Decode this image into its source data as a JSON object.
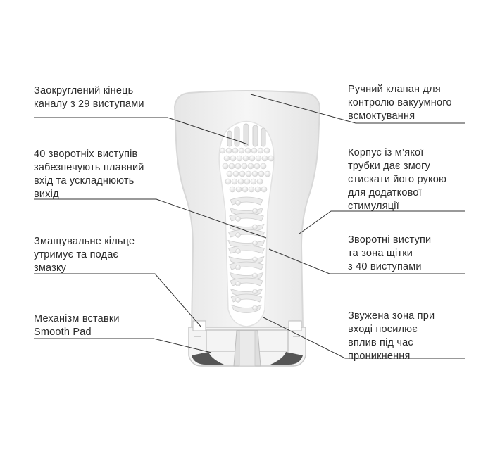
{
  "callouts": {
    "left": [
      {
        "lines": [
          "Заокруглений кінець",
          "каналу з 29 виступами"
        ]
      },
      {
        "lines": [
          "40 зворотніх виступів",
          "забезпечують плавний",
          "вхід та ускладнюють",
          "вихід"
        ]
      },
      {
        "lines": [
          "Змащувальне кільце",
          "утримує та подає",
          "змазку"
        ]
      },
      {
        "lines": [
          "Механізм вставки",
          "Smooth Pad"
        ]
      }
    ],
    "right": [
      {
        "lines": [
          "Ручний клапан для",
          "контролю вакуумного",
          "всмоктування"
        ]
      },
      {
        "lines": [
          "Корпус із м’якої",
          "трубки дає змогу",
          "стискати його рукою",
          "для додаткової",
          "стимуляції"
        ]
      },
      {
        "lines": [
          "Зворотні виступи",
          "та зона щітки",
          "з 40 виступами"
        ]
      },
      {
        "lines": [
          "Звужена зона при",
          "вході посилює",
          "вплив під час",
          "проникнення"
        ]
      }
    ]
  },
  "colors": {
    "text": "#2b2b2b",
    "leader": "#333333",
    "body_fill": "#f1f1f1",
    "body_stroke": "#d6d6d6",
    "canal": "#ffffff",
    "nub": "#e9e9e9"
  }
}
